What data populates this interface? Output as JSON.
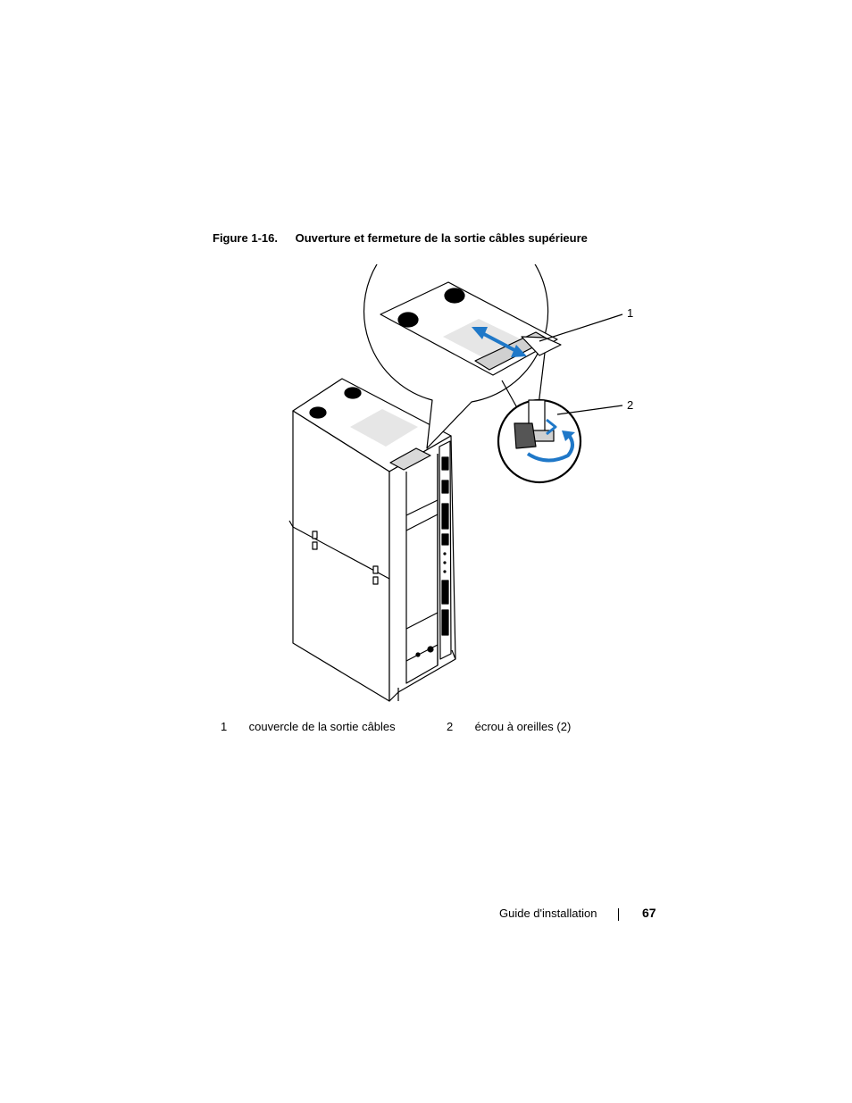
{
  "caption": {
    "number": "Figure 1-16.",
    "title": "Ouverture et fermeture de la sortie câbles supérieure"
  },
  "callouts": [
    "1",
    "2"
  ],
  "legend": [
    {
      "num": "1",
      "label": "couvercle de la sortie câbles"
    },
    {
      "num": "2",
      "label": "écrou à oreilles (2)"
    }
  ],
  "footer": {
    "doc_title": "Guide d'installation",
    "page_number": "67"
  },
  "colors": {
    "arrow_blue": "#1f78c8",
    "line": "#000000",
    "shade": "#e6e6e6"
  }
}
